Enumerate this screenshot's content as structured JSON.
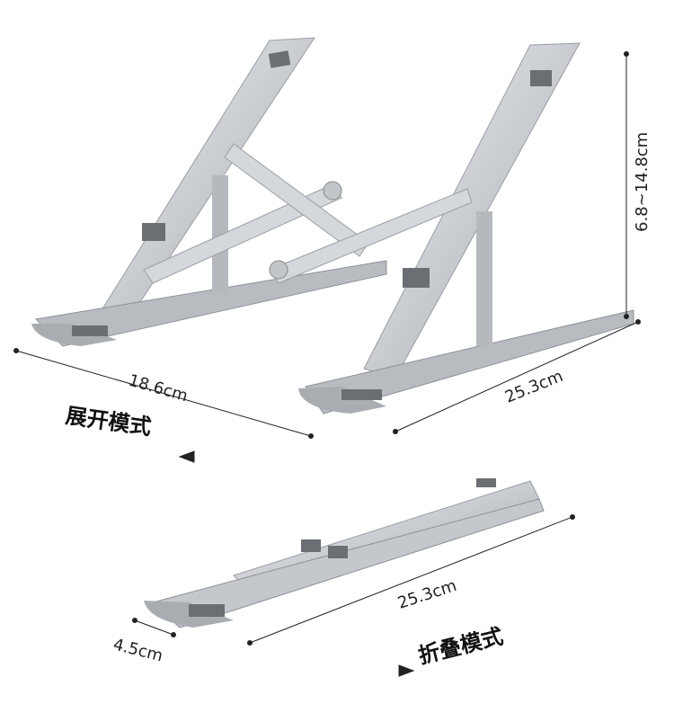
{
  "unfolded": {
    "mode_label": "展开模式",
    "depth": "18.6cm",
    "width": "25.3cm",
    "height_range": "6.8~14.8cm"
  },
  "folded": {
    "mode_label": "折叠模式",
    "width": "25.3cm",
    "thickness": "4.5cm"
  },
  "colors": {
    "metal": "#c9ccd1",
    "metal_dark": "#8e9298",
    "pad": "#6b6e73",
    "line": "#222222"
  }
}
